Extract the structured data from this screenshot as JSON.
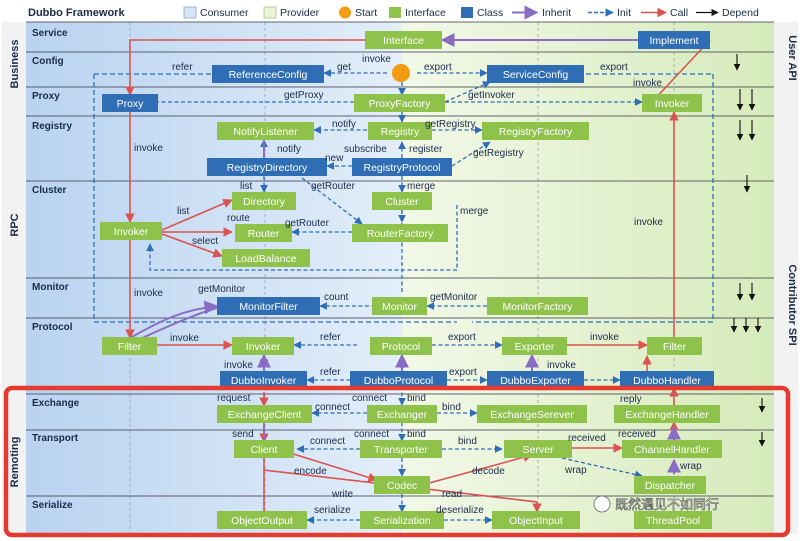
{
  "title": "Dubbo Framework",
  "legend": [
    {
      "key": "consumer",
      "label": "Consumer"
    },
    {
      "key": "provider",
      "label": "Provider"
    },
    {
      "key": "start",
      "label": "Start"
    },
    {
      "key": "interface",
      "label": "Interface"
    },
    {
      "key": "class",
      "label": "Class"
    },
    {
      "key": "inherit",
      "label": "Inherit"
    },
    {
      "key": "init",
      "label": "Init"
    },
    {
      "key": "call",
      "label": "Call"
    },
    {
      "key": "depend",
      "label": "Depend"
    }
  ],
  "side_labels": {
    "business": "Business",
    "rpc": "RPC",
    "remoting": "Remoting",
    "user_api": "User API",
    "contributor_spi": "Contributor SPI"
  },
  "layers": [
    "Service",
    "Config",
    "Proxy",
    "Registry",
    "Cluster",
    "Monitor",
    "Protocol",
    "Exchange",
    "Transport",
    "Serialize"
  ],
  "nodes": {
    "interface": "Interface",
    "implement": "Implement",
    "reference_config": "ReferenceConfig",
    "service_config": "ServiceConfig",
    "proxy": "Proxy",
    "proxy_factory": "ProxyFactory",
    "invoker_provider": "Invoker",
    "notify_listener": "NotifyListener",
    "registry": "Registry",
    "registry_factory": "RegistryFactory",
    "registry_directory": "RegistryDirectory",
    "registry_protocol": "RegistryProtocol",
    "directory": "Directory",
    "cluster": "Cluster",
    "invoker_cluster": "Invoker",
    "router": "Router",
    "router_factory": "RouterFactory",
    "load_balance": "LoadBalance",
    "monitor_filter": "MonitorFilter",
    "monitor": "Monitor",
    "monitor_factory": "MonitorFactory",
    "filter_consumer": "Filter",
    "invoker_protocol": "Invoker",
    "protocol": "Protocol",
    "exporter": "Exporter",
    "filter_provider": "Filter",
    "dubbo_invoker": "DubboInvoker",
    "dubbo_protocol": "DubboProtocol",
    "dubbo_exporter": "DubboExporter",
    "dubbo_handler": "DubboHandler",
    "exchange_client": "ExchangeClient",
    "exchanger": "Exchanger",
    "exchange_server": "ExchangeSerever",
    "exchange_handler": "ExchangeHandler",
    "client": "Client",
    "transporter": "Transporter",
    "server": "Server",
    "channel_handler": "ChannelHandler",
    "codec": "Codec",
    "dispatcher": "Dispatcher",
    "object_output": "ObjectOutput",
    "serialization": "Serialization",
    "object_input": "ObjectInput",
    "thread_pool": "ThreadPool"
  },
  "edge_labels": {
    "refer_config": "refer",
    "get_config": "get",
    "invoke_config": "invoke",
    "export_config": "export",
    "export_config2": "export",
    "invoke_impl": "invoke",
    "get_proxy": "getProxy",
    "get_invoker": "getInvoker",
    "invoke_proxy": "invoke",
    "notify1": "notify",
    "notify2": "notify",
    "get_registry1": "getRegistry",
    "subscribe": "subscribe",
    "register": "register",
    "get_registry2": "getRegistry",
    "new": "new",
    "list1": "list",
    "get_router1": "getRouter",
    "merge1": "merge",
    "list2": "list",
    "route": "route",
    "get_router2": "getRouter",
    "merge2": "merge",
    "select": "select",
    "invoke_provider": "invoke",
    "get_monitor1": "getMonitor",
    "invoke_monitor": "invoke",
    "count": "count",
    "get_monitor2": "getMonitor",
    "invoke_filter": "invoke",
    "refer_protocol": "refer",
    "export_protocol": "export",
    "invoke_exporter": "invoke",
    "invoke_dubbo": "invoke",
    "refer_dubbo": "refer",
    "export_dubbo": "export",
    "invoke_dubbo2": "invoke",
    "request": "request",
    "connect_ex": "connect",
    "connect_ex2": "connect",
    "bind_ex": "bind",
    "bind_ex2": "bind",
    "reply": "reply",
    "send": "send",
    "connect_tr": "connect",
    "connect_tr2": "connect",
    "bind_tr": "bind",
    "bind_tr2": "bind",
    "received1": "received",
    "received2": "received",
    "wrap1": "wrap",
    "wrap2": "wrap",
    "encode": "encode",
    "decode": "decode",
    "write": "write",
    "read": "read",
    "serialize": "serialize",
    "deserialize": "deserialize"
  },
  "watermark": "既然遇见不如同行",
  "colors": {
    "interface": "#8ec24a",
    "class": "#2f6eb5",
    "inherit": "#8a6cc4",
    "init": "#2f6eb5",
    "call": "#d9534f",
    "depend": "#111111",
    "start": "#f39c12",
    "highlight": "#e43a2f",
    "consumer_bg": "#d6e6f6",
    "provider_bg": "#e9f4d9"
  }
}
